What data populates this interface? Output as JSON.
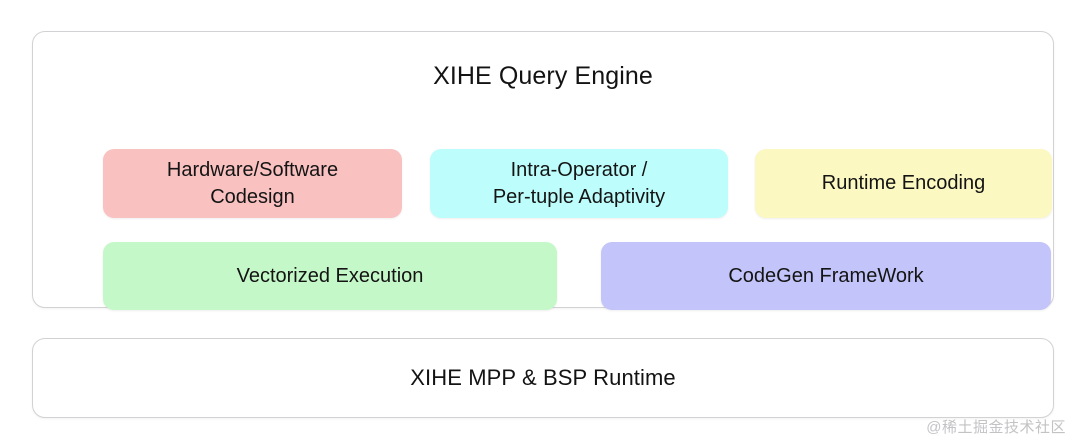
{
  "diagram": {
    "title": "XIHE Query Engine",
    "panels": [
      {
        "id": "query-engine",
        "title": "XIHE Query Engine",
        "rows": [
          {
            "blocks": [
              {
                "label": "Hardware/Software\nCodesign",
                "color": "#FAC1C1",
                "name": "hw-sw-codesign"
              },
              {
                "label": "Intra-Operator /\nPer-tuple Adaptivity",
                "color": "#BDFDFB",
                "name": "intra-operator"
              },
              {
                "label": "Runtime Encoding",
                "color": "#FBF8C2",
                "name": "runtime-encoding"
              }
            ]
          },
          {
            "blocks": [
              {
                "label": "Vectorized Execution",
                "color": "#C5F8C8",
                "name": "vectorized-execution"
              },
              {
                "label": "CodeGen FrameWork",
                "color": "#C3C4F9",
                "name": "codegen-framework"
              }
            ]
          }
        ]
      },
      {
        "id": "runtime",
        "title": "XIHE MPP & BSP Runtime",
        "rows": []
      }
    ]
  },
  "watermark": {
    "text": "@稀土掘金技术社区"
  }
}
